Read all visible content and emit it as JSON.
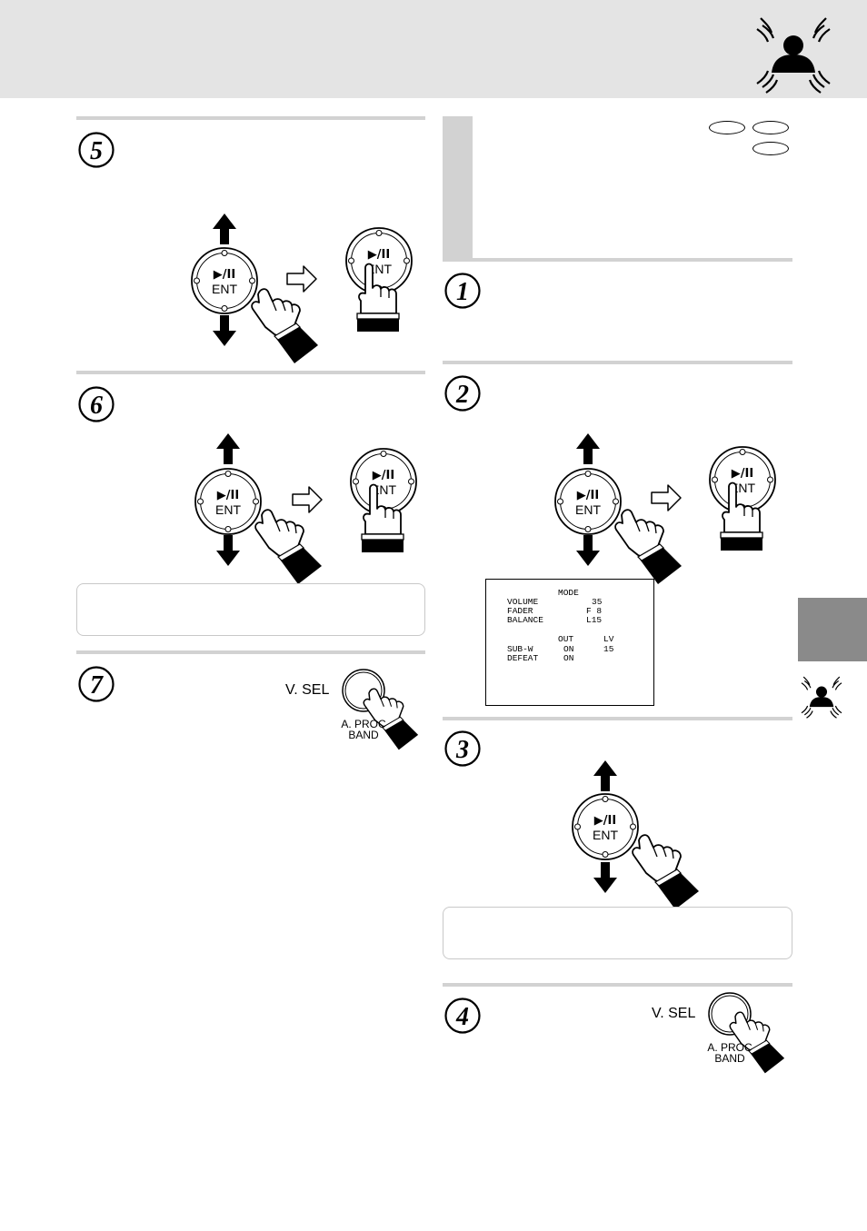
{
  "steps": [
    {
      "id": 5,
      "label": "5"
    },
    {
      "id": 6,
      "label": "6"
    },
    {
      "id": 7,
      "label": "7"
    },
    {
      "id": 1,
      "label": "1"
    },
    {
      "id": 2,
      "label": "2"
    },
    {
      "id": 3,
      "label": "3"
    },
    {
      "id": 4,
      "label": "4"
    }
  ],
  "controls": {
    "play_pause": "▶/II",
    "ent": "ENT",
    "vsel": "V. SEL",
    "aproc_line1": "A. PROC",
    "aproc_line2": "BAND"
  },
  "screen": {
    "mode": "MODE",
    "volume_label": "VOLUME",
    "volume_value": "35",
    "fader_label": "FADER",
    "fader_value": "F 8",
    "balance_label": "BALANCE",
    "balance_value": "L15",
    "out_label": "OUT",
    "lv_label": "LV",
    "subw_label": "SUB-W",
    "subw_value": "ON",
    "subw_level": "15",
    "defeat_label": "DEFEAT",
    "defeat_value": "ON"
  },
  "colors": {
    "header_band": "#e4e4e4",
    "rule": "#d2d2d2",
    "side_tab": "#8a8a8a"
  },
  "icons": [
    "listener-sound-icon",
    "step-number-icon",
    "up-arrow-icon",
    "down-arrow-icon",
    "right-outline-arrow-icon",
    "pressing-hand-icon",
    "ent-joystick-icon"
  ]
}
